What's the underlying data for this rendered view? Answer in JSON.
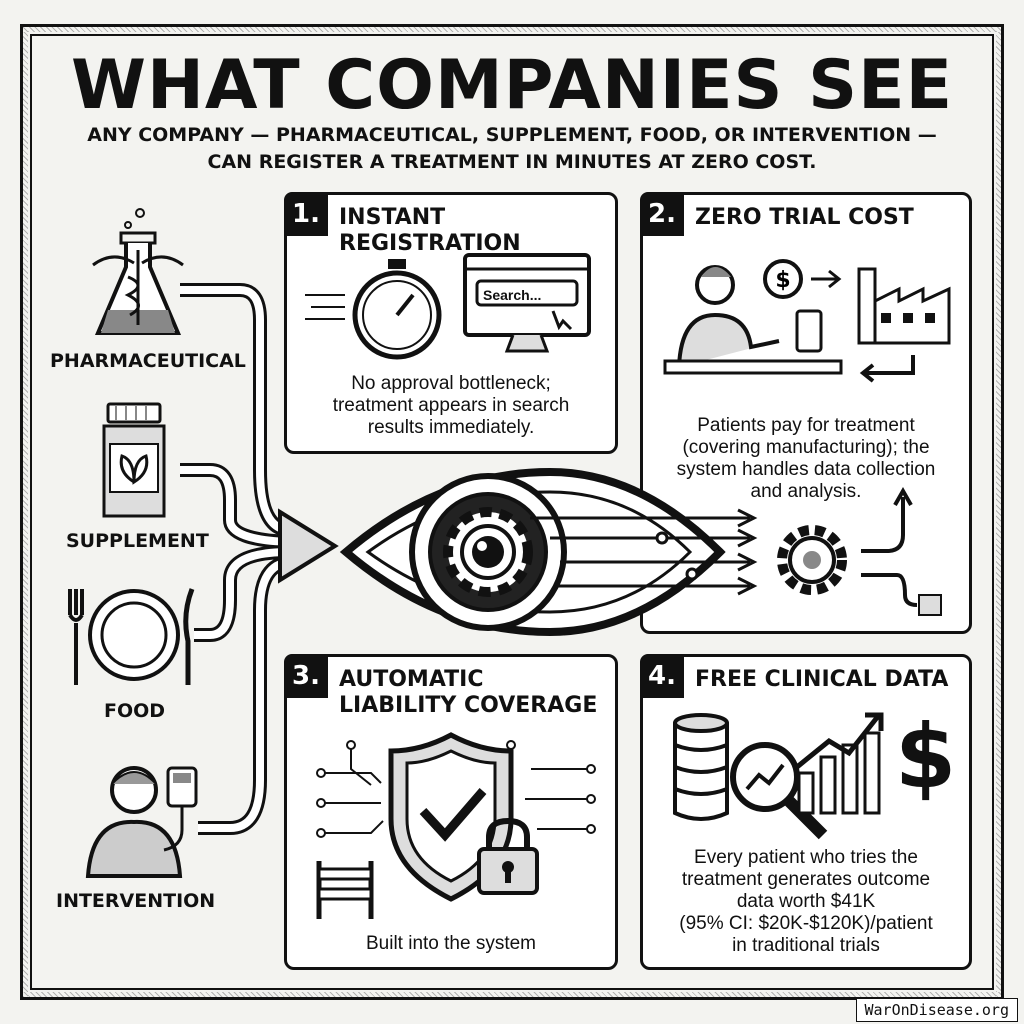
{
  "title": "WHAT COMPANIES SEE",
  "subtitle": {
    "line1": "ANY COMPANY — PHARMACEUTICAL, SUPPLEMENT, FOOD, OR INTERVENTION —",
    "line2": "CAN REGISTER A TREATMENT IN MINUTES AT ZERO COST."
  },
  "categories": [
    "PHARMACEUTICAL",
    "SUPPLEMENT",
    "FOOD",
    "INTERVENTION"
  ],
  "panels": [
    {
      "number": "1.",
      "title": "INSTANT REGISTRATION",
      "search_text": "Search...",
      "body": [
        "No approval bottleneck;",
        "treatment appears in search",
        "results immediately."
      ]
    },
    {
      "number": "2.",
      "title": "ZERO TRIAL COST",
      "body": [
        "Patients pay for treatment",
        "(covering manufacturing); the",
        "system handles data collection",
        "and analysis."
      ]
    },
    {
      "number": "3.",
      "title": [
        "AUTOMATIC",
        "LIABILITY COVERAGE"
      ],
      "body": [
        "Built into the system"
      ]
    },
    {
      "number": "4.",
      "title": "FREE CLINICAL DATA",
      "symbol": "$",
      "body": [
        "Every patient who tries the",
        "treatment generates outcome",
        "data worth $41K",
        "(95% CI: $20K-$120K)/patient",
        "in traditional trials"
      ]
    }
  ],
  "watermark": "WarOnDisease.org",
  "icons": {
    "pharmaceutical": "flask-caduceus-icon",
    "supplement": "supplement-jar-icon",
    "food": "plate-cutlery-icon",
    "intervention": "clinician-device-icon",
    "center": "eye-gear-icon",
    "stopwatch": "stopwatch-icon",
    "search": "search-window-icon",
    "factory": "factory-icon",
    "shield": "shield-check-icon",
    "lock": "padlock-icon",
    "database": "database-icon",
    "magnifier": "magnifier-icon",
    "gear": "gear-icon"
  }
}
